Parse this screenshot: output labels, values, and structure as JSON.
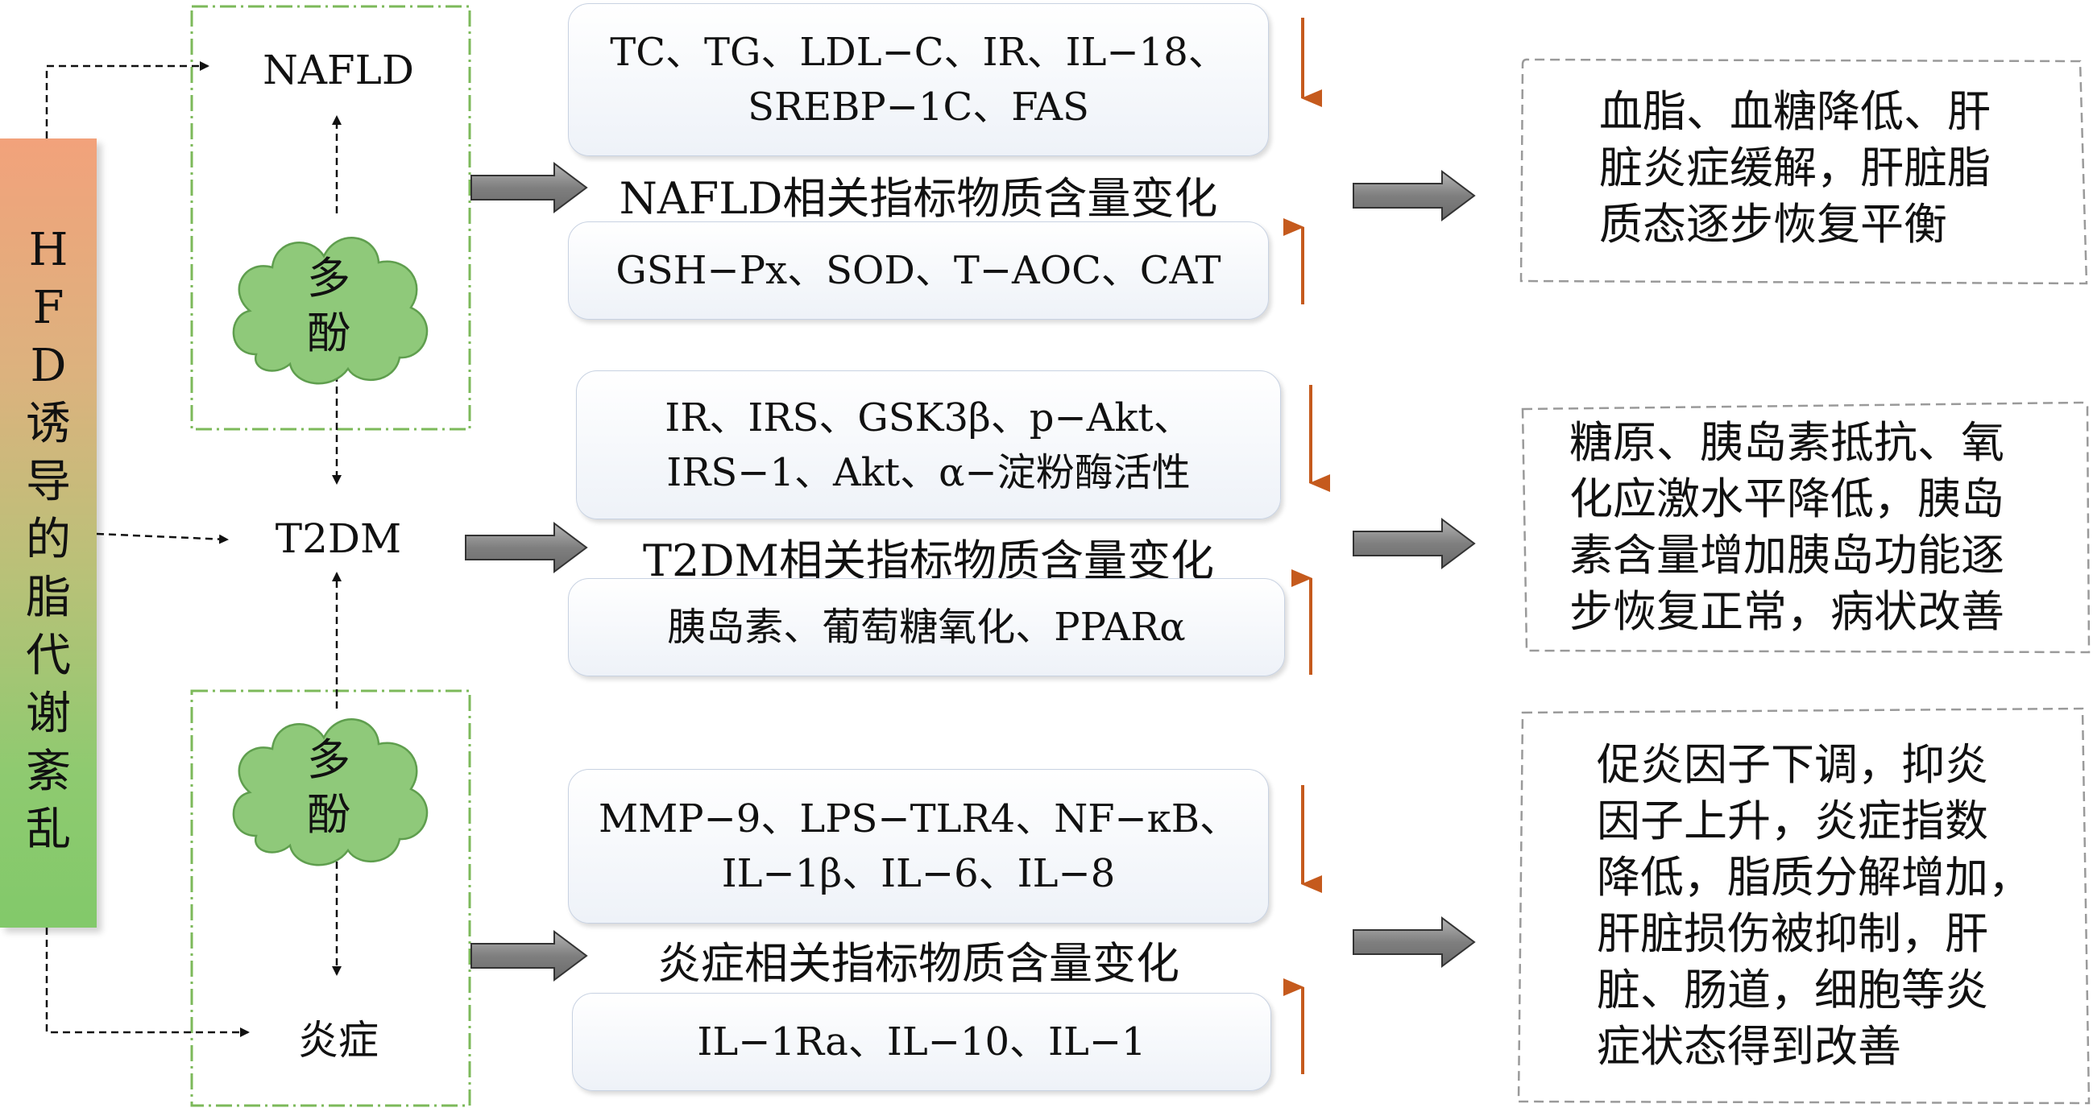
{
  "hfd_label": "HFD诱导的脂代谢紊乱",
  "hfd_chars": [
    "H",
    "F",
    "D",
    "诱",
    "导",
    "的",
    "脂",
    "代",
    "谢",
    "紊",
    "乱"
  ],
  "diseases": [
    "NAFLD",
    "T2DM",
    "炎症"
  ],
  "polyphenol_top": [
    "多",
    "酚"
  ],
  "polyphenol_bottom": [
    "多",
    "酚"
  ],
  "groups": [
    {
      "label": "NAFLD相关指标物质含量变化",
      "decreased": [
        "TC、TG、LDL−C、IR、IL−18、",
        "SREBP−1C、FAS"
      ],
      "increased": [
        "GSH−Px、SOD、T−AOC、CAT"
      ],
      "result": [
        "血脂、血糖降低、肝",
        "脏炎症缓解，肝脏脂",
        "质态逐步恢复平衡"
      ]
    },
    {
      "label": "T2DM相关指标物质含量变化",
      "decreased": [
        "IR、IRS、GSK3β、p−Akt、",
        "IRS−1、Akt、α−淀粉酶活性"
      ],
      "increased": [
        "胰岛素、葡萄糖氧化、PPARα"
      ],
      "result": [
        "糖原、胰岛素抵抗、氧",
        "化应激水平降低，胰岛",
        "素含量增加胰岛功能逐",
        "步恢复正常，病状改善"
      ]
    },
    {
      "label": "炎症相关指标物质含量变化",
      "decreased": [
        "MMP−9、LPS−TLR4、NF−κB、",
        "IL−1β、IL−6、IL−8"
      ],
      "increased": [
        "IL−1Ra、IL−10、IL−1"
      ],
      "result": [
        "促炎因子下调，抑炎",
        "因子上升，炎症指数",
        "降低，脂质分解增加，",
        "肝脏损伤被抑制，肝",
        "脏、肠道，细胞等炎",
        "症状态得到改善"
      ]
    }
  ],
  "colors": {
    "cloud_fill": "#8fc97a",
    "cloud_stroke": "#5f9e4e",
    "dashdot_border": "#7cb95a",
    "trend_arrow": "#c55a1d",
    "block_arrow": "#8c8c8c"
  }
}
